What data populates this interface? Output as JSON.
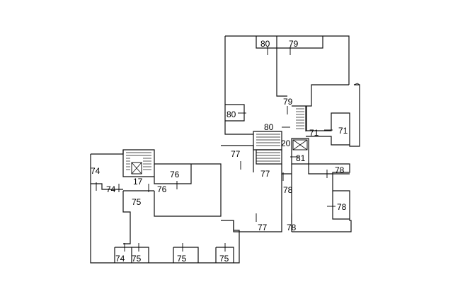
{
  "floor_plan": {
    "labels": [
      {
        "id": "l80a",
        "text": "80"
      },
      {
        "id": "l79a",
        "text": "79"
      },
      {
        "id": "l79b",
        "text": "79"
      },
      {
        "id": "l80b",
        "text": "80"
      },
      {
        "id": "l80c",
        "text": "80"
      },
      {
        "id": "l71a",
        "text": "71"
      },
      {
        "id": "l71b",
        "text": "71"
      },
      {
        "id": "l20",
        "text": "20"
      },
      {
        "id": "l81",
        "text": "81"
      },
      {
        "id": "l77a",
        "text": "77"
      },
      {
        "id": "l77b",
        "text": "77"
      },
      {
        "id": "l78a",
        "text": "78"
      },
      {
        "id": "l78b",
        "text": "78"
      },
      {
        "id": "l78c",
        "text": "78"
      },
      {
        "id": "l78d",
        "text": "78"
      },
      {
        "id": "l77c",
        "text": "77"
      },
      {
        "id": "l74a",
        "text": "74"
      },
      {
        "id": "l74b",
        "text": "74"
      },
      {
        "id": "l17",
        "text": "17"
      },
      {
        "id": "l76a",
        "text": "76"
      },
      {
        "id": "l76b",
        "text": "76"
      },
      {
        "id": "l75a",
        "text": "75"
      },
      {
        "id": "l74c",
        "text": "74"
      },
      {
        "id": "l75b",
        "text": "75"
      },
      {
        "id": "l75c",
        "text": "75"
      },
      {
        "id": "l75d",
        "text": "75"
      }
    ]
  }
}
